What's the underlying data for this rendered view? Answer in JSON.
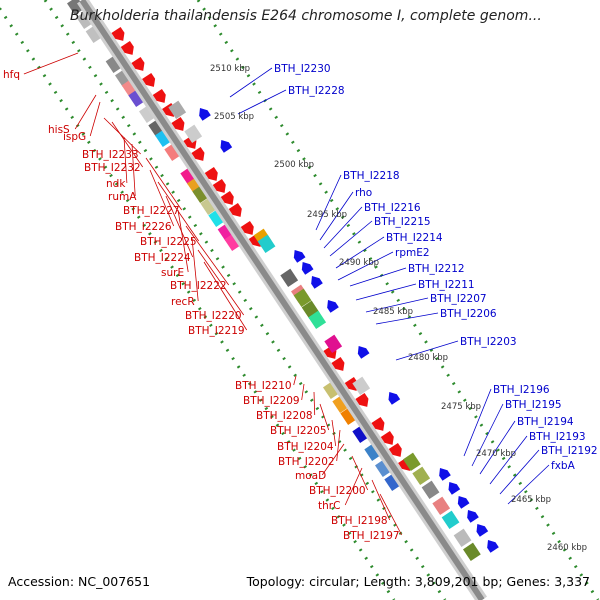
{
  "title": "Burkholderia thailandensis E264 chromosome I, complete genom...",
  "footer": {
    "accession": "Accession: NC_007651",
    "stats": "Topology: circular; Length: 3,809,201 bp; Genes: 3,337"
  },
  "colors": {
    "left_label": "#cc0000",
    "right_label": "#0000cc",
    "ticks": "#2e8b2e",
    "backbone": "#8a8a8a"
  },
  "kbp_ticks": [
    "2510 kbp",
    "2505 kbp",
    "2500 kbp",
    "2495 kbp",
    "2490 kbp",
    "2485 kbp",
    "2480 kbp",
    "2475 kbp",
    "2470 kbp",
    "2465 kbp",
    "2460 kbp"
  ],
  "left_labels": [
    "hfq",
    "hisS",
    "ispG",
    "BTH_I2233",
    "BTH_I2232",
    "ndk",
    "rumA",
    "BTH_I2227",
    "BTH_I2226",
    "BTH_I2225",
    "BTH_I2224",
    "surE",
    "BTH_I2222",
    "recR",
    "BTH_I2220",
    "BTH_I2219",
    "BTH_I2210",
    "BTH_I2209",
    "BTH_I2208",
    "BTH_I2205",
    "BTH_I2204",
    "BTH_I2202",
    "moaD",
    "BTH_I2200",
    "thrC",
    "BTH_I2198",
    "BTH_I2197"
  ],
  "right_labels": [
    "BTH_I2230",
    "BTH_I2228",
    "BTH_I2218",
    "rho",
    "BTH_I2216",
    "BTH_I2215",
    "BTH_I2214",
    "rpmE2",
    "BTH_I2212",
    "BTH_I2211",
    "BTH_I2207",
    "BTH_I2206",
    "BTH_I2203",
    "BTH_I2196",
    "BTH_I2195",
    "BTH_I2194",
    "BTH_I2193",
    "BTH_I2192",
    "fxbA"
  ]
}
